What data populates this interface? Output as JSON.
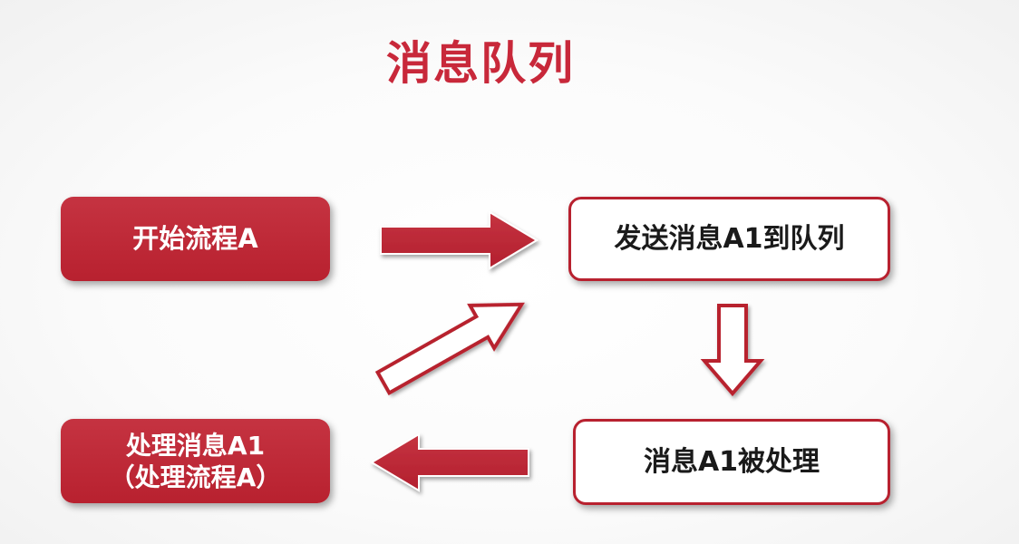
{
  "title": "消息队列",
  "boxes": {
    "start_flow": "开始流程A",
    "send_message": "发送消息A1到队列",
    "message_processed": "消息A1被处理",
    "handle_message": {
      "line1": "处理消息A1",
      "line2": "（处理流程A）"
    }
  },
  "colors": {
    "accent": "#b8212f",
    "title": "#c8283a",
    "outlined_text": "#1a1a1a"
  }
}
